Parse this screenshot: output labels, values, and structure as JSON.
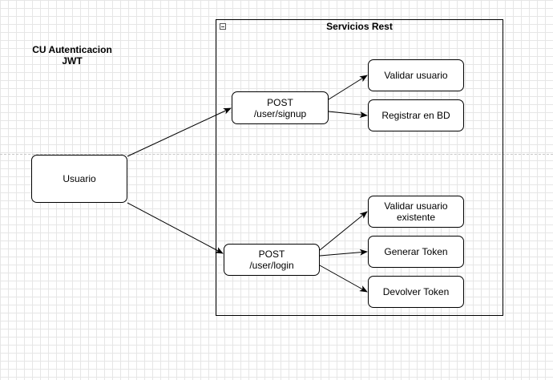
{
  "diagram": {
    "title": "CU Autenticacion\nJWT",
    "group": {
      "title": "Servicios Rest"
    },
    "nodes": {
      "usuario": "Usuario",
      "signup": "POST\n/user/signup",
      "login": "POST\n/user/login",
      "validar_usuario": "Validar usuario",
      "registrar_bd": "Registrar en BD",
      "validar_existente": "Validar usuario\nexistente",
      "generar_token": "Generar Token",
      "devolver_token": "Devolver Token"
    },
    "edges": [
      {
        "from": "usuario",
        "to": "signup"
      },
      {
        "from": "usuario",
        "to": "login"
      },
      {
        "from": "signup",
        "to": "validar_usuario"
      },
      {
        "from": "signup",
        "to": "registrar_bd"
      },
      {
        "from": "login",
        "to": "validar_existente"
      },
      {
        "from": "login",
        "to": "generar_token"
      },
      {
        "from": "login",
        "to": "devolver_token"
      }
    ]
  }
}
